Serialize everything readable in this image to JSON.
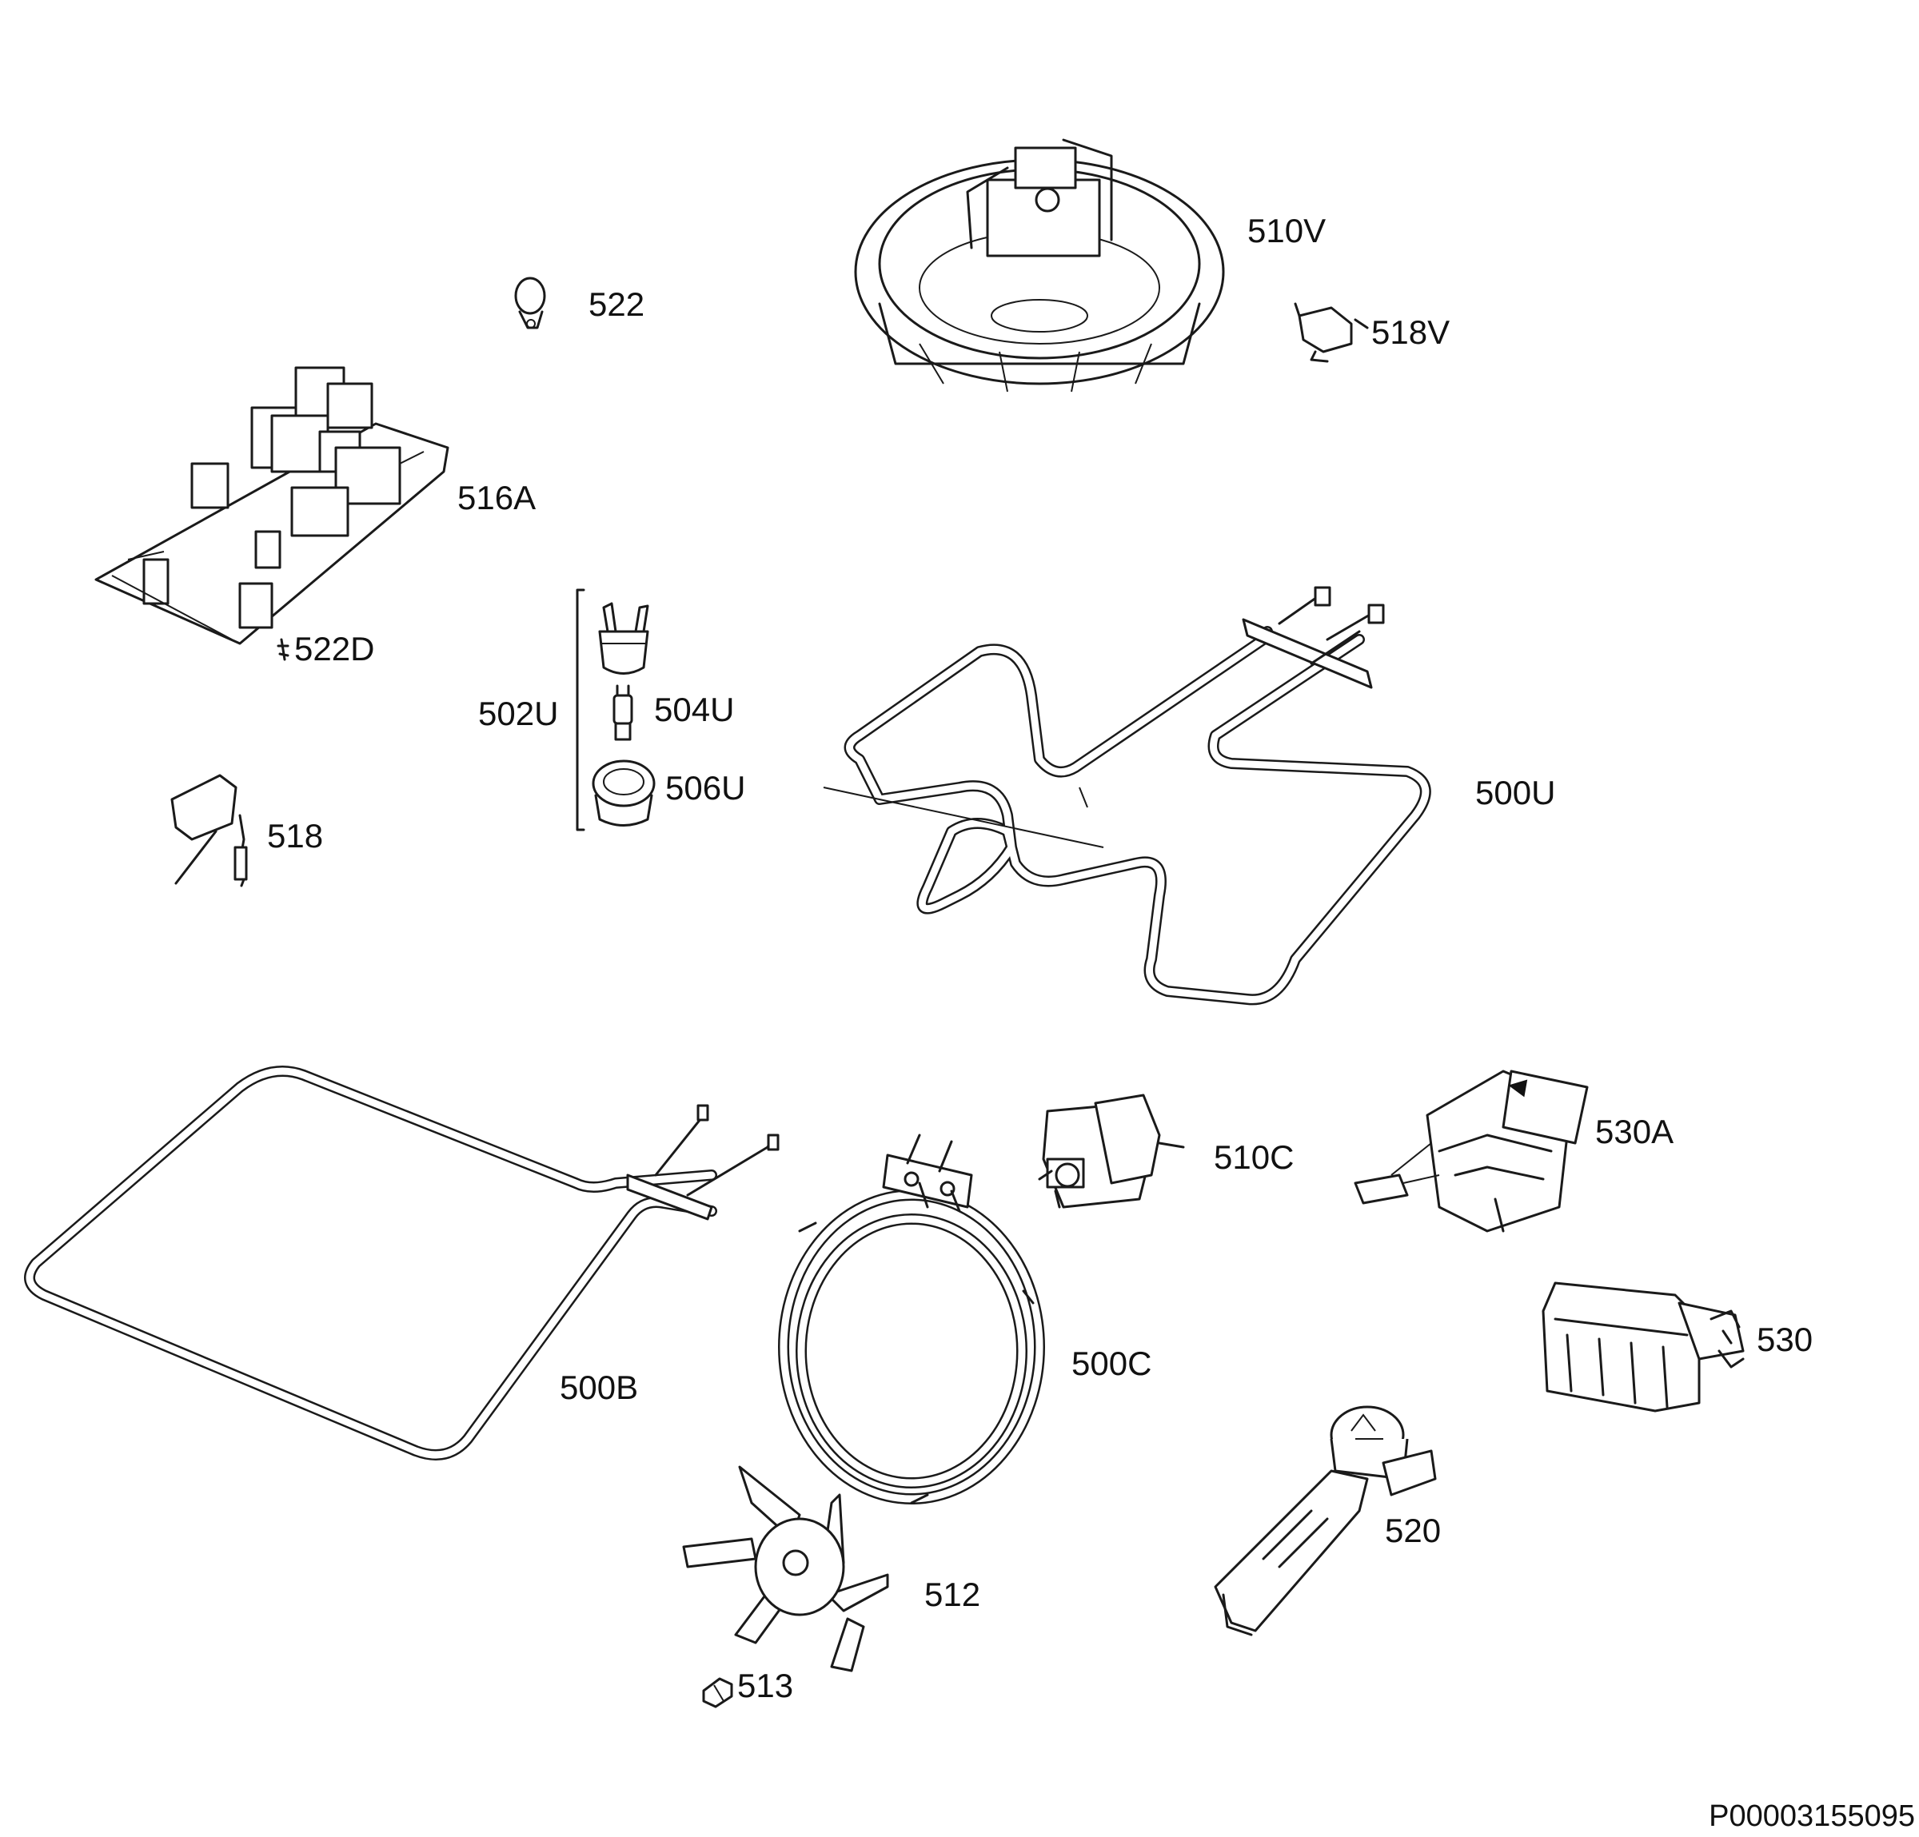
{
  "labels": {
    "p510V": "510V",
    "p522": "522",
    "p518V": "518V",
    "p516A": "516A",
    "p522D": "522D",
    "p502U": "502U",
    "p504U": "504U",
    "p506U": "506U",
    "p518": "518",
    "p500U": "500U",
    "p510C": "510C",
    "p530A": "530A",
    "p500B": "500B",
    "p500C": "500C",
    "p530": "530",
    "p520": "520",
    "p512": "512",
    "p513": "513"
  },
  "drawing_code": "P00003155095"
}
